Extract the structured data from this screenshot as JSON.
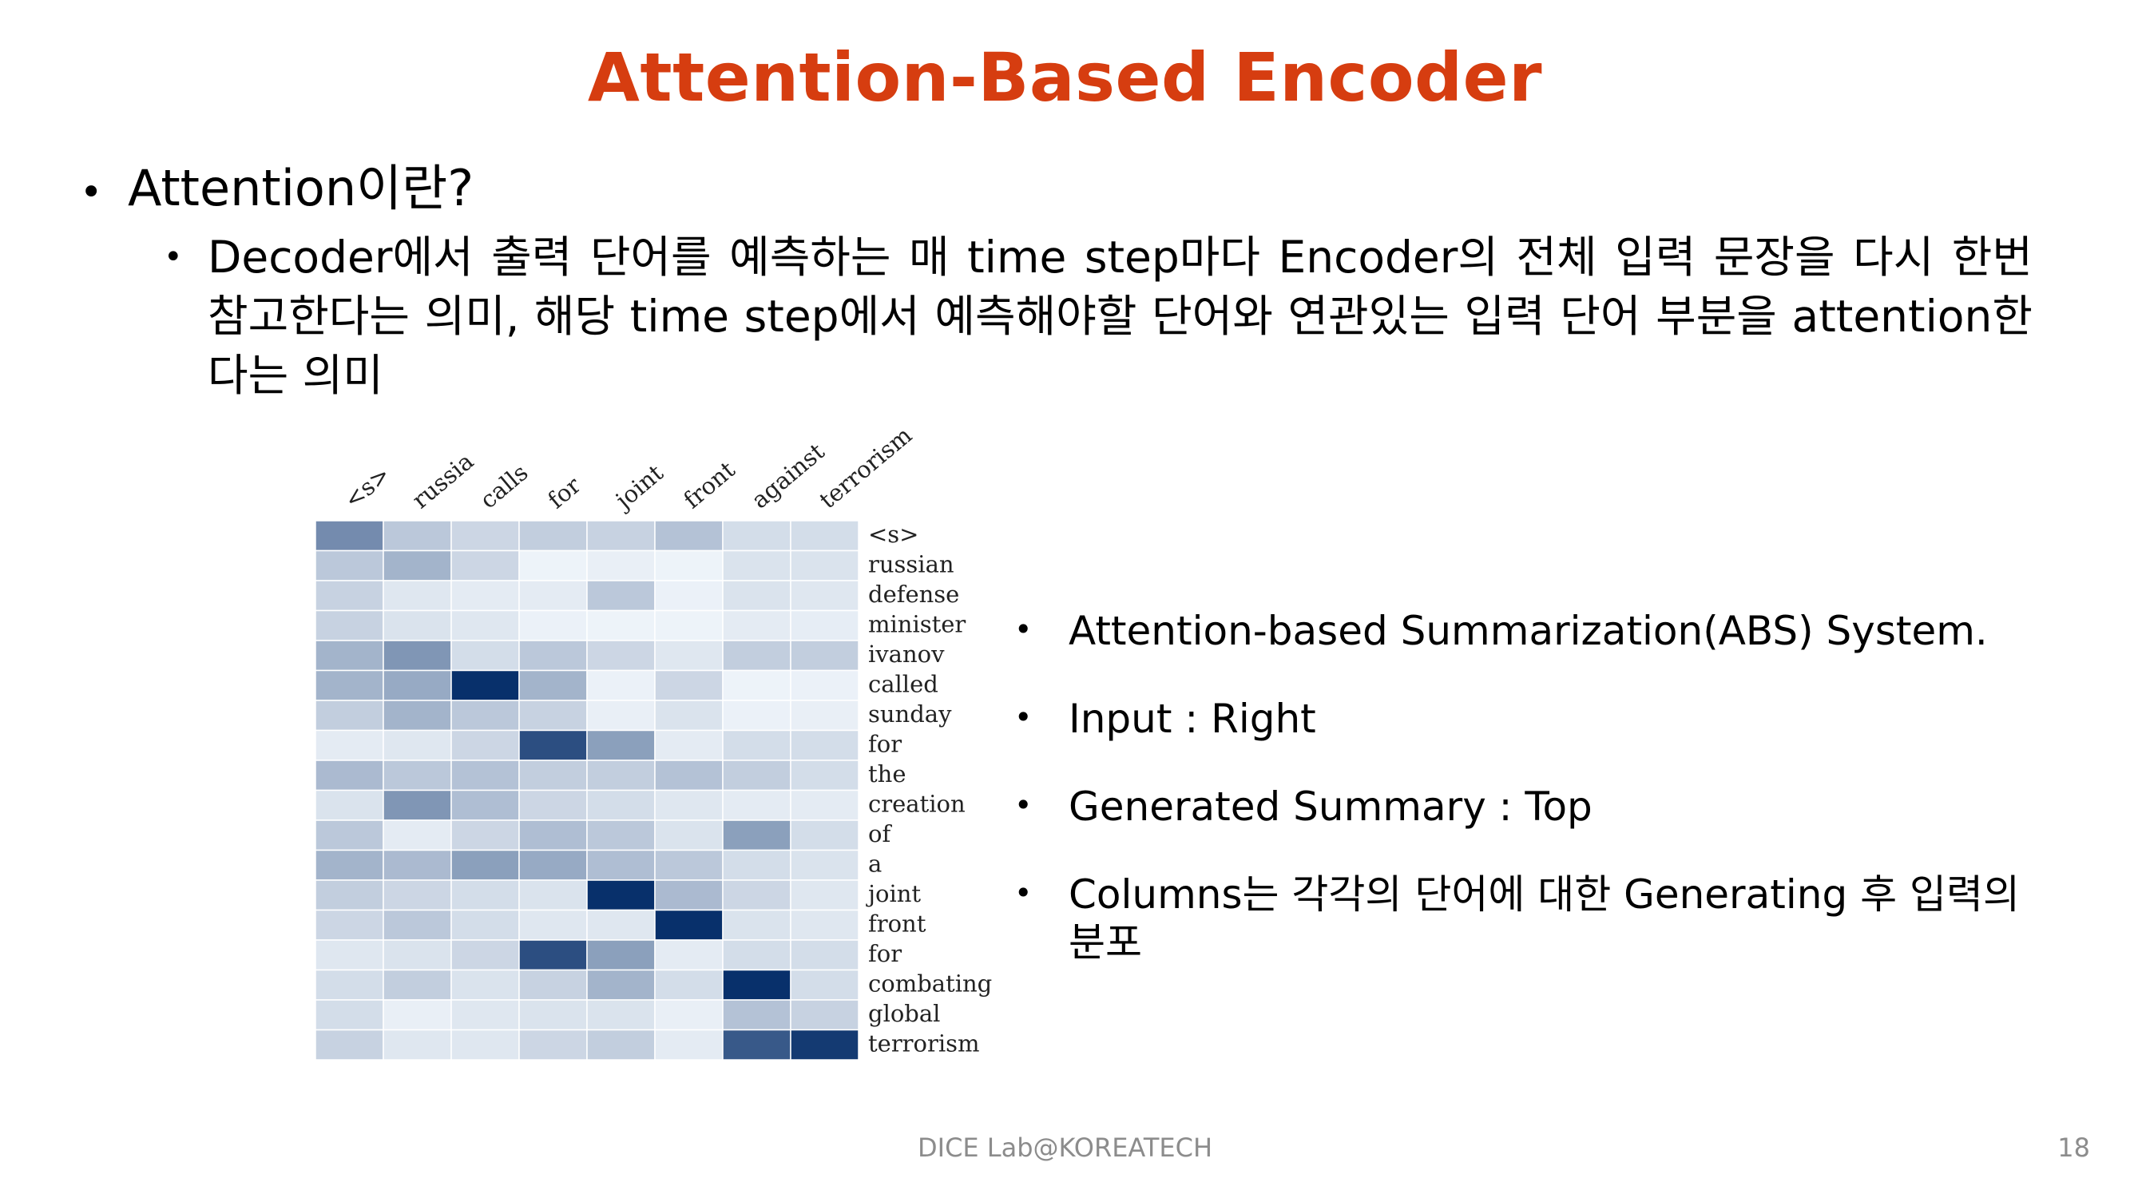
{
  "title": "Attention-Based Encoder",
  "bullet1": "Attention이란?",
  "bullet1_sub": "Decoder에서 출력 단어를 예측하는 매 time step마다 Encoder의 전체 입력 문장을 다시 한번 참고한다는 의미, 해당 time step에서 예측해야할 단어와 연관있는 입력 단어 부분을 attention한다는 의미",
  "chart_data": {
    "type": "heatmap",
    "columns": [
      "<s>",
      "russia",
      "calls",
      "for",
      "joint",
      "front",
      "against",
      "terrorism"
    ],
    "rows": [
      "<s>",
      "russian",
      "defense",
      "minister",
      "ivanov",
      "called",
      "sunday",
      "for",
      "the",
      "creation",
      "of",
      "a",
      "joint",
      "front",
      "for",
      "combating",
      "global",
      "terrorism"
    ],
    "values": [
      [
        0.55,
        0.25,
        0.18,
        0.22,
        0.2,
        0.28,
        0.15,
        0.15
      ],
      [
        0.25,
        0.35,
        0.18,
        0.04,
        0.06,
        0.04,
        0.12,
        0.12
      ],
      [
        0.2,
        0.1,
        0.08,
        0.08,
        0.25,
        0.05,
        0.12,
        0.1
      ],
      [
        0.2,
        0.12,
        0.1,
        0.05,
        0.04,
        0.04,
        0.08,
        0.07
      ],
      [
        0.35,
        0.5,
        0.15,
        0.25,
        0.18,
        0.1,
        0.22,
        0.22
      ],
      [
        0.35,
        0.4,
        1.0,
        0.35,
        0.05,
        0.18,
        0.04,
        0.05
      ],
      [
        0.22,
        0.35,
        0.25,
        0.2,
        0.06,
        0.12,
        0.05,
        0.06
      ],
      [
        0.08,
        0.1,
        0.18,
        0.85,
        0.45,
        0.08,
        0.15,
        0.15
      ],
      [
        0.32,
        0.25,
        0.28,
        0.22,
        0.22,
        0.28,
        0.22,
        0.15
      ],
      [
        0.12,
        0.5,
        0.3,
        0.18,
        0.15,
        0.1,
        0.08,
        0.08
      ],
      [
        0.25,
        0.08,
        0.18,
        0.3,
        0.25,
        0.12,
        0.45,
        0.15
      ],
      [
        0.35,
        0.32,
        0.45,
        0.4,
        0.3,
        0.25,
        0.15,
        0.12
      ],
      [
        0.22,
        0.18,
        0.15,
        0.12,
        1.0,
        0.32,
        0.18,
        0.1
      ],
      [
        0.18,
        0.25,
        0.15,
        0.1,
        0.1,
        1.0,
        0.12,
        0.1
      ],
      [
        0.1,
        0.12,
        0.18,
        0.85,
        0.45,
        0.08,
        0.15,
        0.15
      ],
      [
        0.15,
        0.22,
        0.12,
        0.2,
        0.35,
        0.15,
        1.0,
        0.15
      ],
      [
        0.15,
        0.06,
        0.1,
        0.12,
        0.12,
        0.06,
        0.28,
        0.2
      ],
      [
        0.2,
        0.1,
        0.1,
        0.18,
        0.22,
        0.08,
        0.8,
        0.95
      ]
    ],
    "colormap": [
      "#f7fbff",
      "#08306b"
    ]
  },
  "side_list": [
    "Attention-based Summarization(ABS) System.",
    "Input : Right",
    "Generated Summary : Top",
    "Columns는 각각의 단어에 대한 Generating 후 입력의 분포"
  ],
  "footer": "DICE Lab@KOREATECH",
  "page_number": "18"
}
